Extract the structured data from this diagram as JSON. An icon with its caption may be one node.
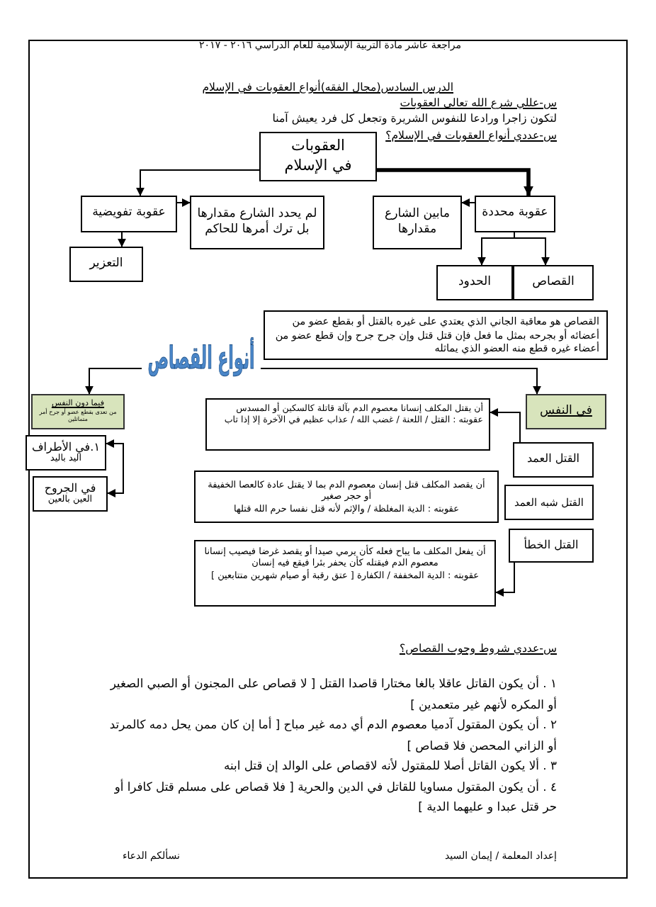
{
  "diagram": {
    "title": "مراجعة عاشر مادة التربية الإسلامية للعام الدراسي ٢٠١٦ - ٢٠١٧",
    "nodes": [
      {
        "text": [
          "العقوبات في الإسلام"
        ]
      },
      {
        "text": [
          "عقوبة محددة"
        ]
      },
      {
        "text": [
          "مابين الشارع مقدارها"
        ]
      },
      {
        "text": [
          "لم يحدد الشارع مقدارها بل ترك أمرها للحاكم"
        ]
      },
      {
        "text": [
          "عقوبة تفويضية"
        ]
      },
      {
        "text": [
          "القصاص"
        ]
      },
      {
        "text": [
          "الحدود"
        ]
      },
      {
        "text": [
          "التعزير"
        ]
      },
      {
        "text": [
          "القصاص هو معاقبة الجاني الذي يعتدي على غيره بالقتل أو بقطع عضو من أعضائه أو بجرحه بمثل ما فعل فإن قتل قتل وإن جرح جرح وإن قطع عضو من أعضاء غيره قطع منه العضو الذي يماثله"
        ]
      },
      {
        "text": [
          "أنواع القصاص"
        ]
      },
      {
        "text": [
          "في النفس"
        ]
      },
      {
        "text": [
          "فيما دون النفس",
          "من تعدى بقطع عضو أو جرح أمر متماثلين"
        ]
      },
      {
        "text": [
          "أن يقتل المكلف إنسانا معصوم الدم بآلة قاتلة كالسكين أو المسدس",
          "عقوبته : القتل / اللعنة / غضب الله / عذاب عظيم في الآخرة إلا إذا تاب"
        ]
      },
      {
        "text": [
          "القتل العمد"
        ]
      },
      {
        "text": [
          "١.في الأطراف",
          "اليد باليد"
        ]
      },
      {
        "text": [
          "أن يقصد المكلف قتل إنسان معصوم الدم بما لا يقتل عادة كالعصا الخفيفة أو حجر صغير",
          "عقوبته : الدية المغلظة / والإثم لأنه قتل نفسا حرم الله قتلها"
        ]
      },
      {
        "text": [
          "القتل شبه العمد"
        ]
      },
      {
        "text": [
          "في الجروح",
          "العين بالعين"
        ]
      },
      {
        "text": [
          "أن يفعل المكلف ما يباح فعله كأن يرمي صيدا أو يقصد غرضا فيصيب إنسانا معصوم الدم فيقتله كأن يحفر بئرا فيقع فيه إنسان",
          "عقوبته : الدية المخففة / الكفارة [ عتق رقبة أو صيام شهرين متتابعين ]"
        ]
      },
      {
        "text": [
          "القتل الخطأ"
        ]
      }
    ],
    "edges": [
      {
        "from": 0,
        "to": 1,
        "arrow": "to",
        "style": "thick"
      },
      {
        "from": 0,
        "to": 4,
        "arrow": "to"
      },
      {
        "from": 1,
        "to": 2,
        "arrow": "to"
      },
      {
        "from": 4,
        "to": 3,
        "arrow": "to"
      },
      {
        "from": 4,
        "to": 7,
        "arrow": "to"
      },
      {
        "from": 1,
        "to": 5,
        "arrow": "to"
      },
      {
        "from": 1,
        "to": 6,
        "arrow": "to"
      },
      {
        "from": 9,
        "to": 10,
        "arrow": "to"
      },
      {
        "from": 9,
        "to": 11,
        "arrow": "to"
      },
      {
        "from": 13,
        "to": 12,
        "arrow": "to"
      },
      {
        "from": 19,
        "to": 18,
        "arrow": "to"
      },
      {
        "from": 14,
        "to": 17,
        "arrow": "both"
      }
    ],
    "labels": [
      "الدرس السادس(مجال الفقه)أنواع العقوبات في الإسلام",
      "س-عللي شرع الله تعالى العقوبات",
      "لتكون زاجرا ورادعا للنفوس الشريرة وتجعل كل فرد يعيش آمنا",
      "س-عددي أنواع العقوبات في الإسلام؟",
      "س-عددي شروط وجوب القصاص؟",
      "١ . أن يكون القاتل عاقلا بالغا مختارا قاصدا القتل [ لا قصاص على المجنون أو الصبي الصغير أو المكره لأنهم غير متعمدين ]",
      "٢ . أن يكون المقتول آدميا معصوم الدم أي دمه غير مباح [ أما إن كان ممن يحل دمه كالمرتد أو الزاني المحصن فلا قصاص ]",
      "٣ . ألا يكون القاتل أصلا للمقتول لأنه لاقصاص على الوالد إن قتل ابنه",
      "٤ . أن يكون المقتول مساويا للقاتل في الدين والحرية [ فلا قصاص على مسلم قتل كافرا أو حر قتل عبدا و عليهما الدية ]",
      "إعداد المعلمة / إيمان السيد",
      "نسألكم الدعاء"
    ]
  }
}
